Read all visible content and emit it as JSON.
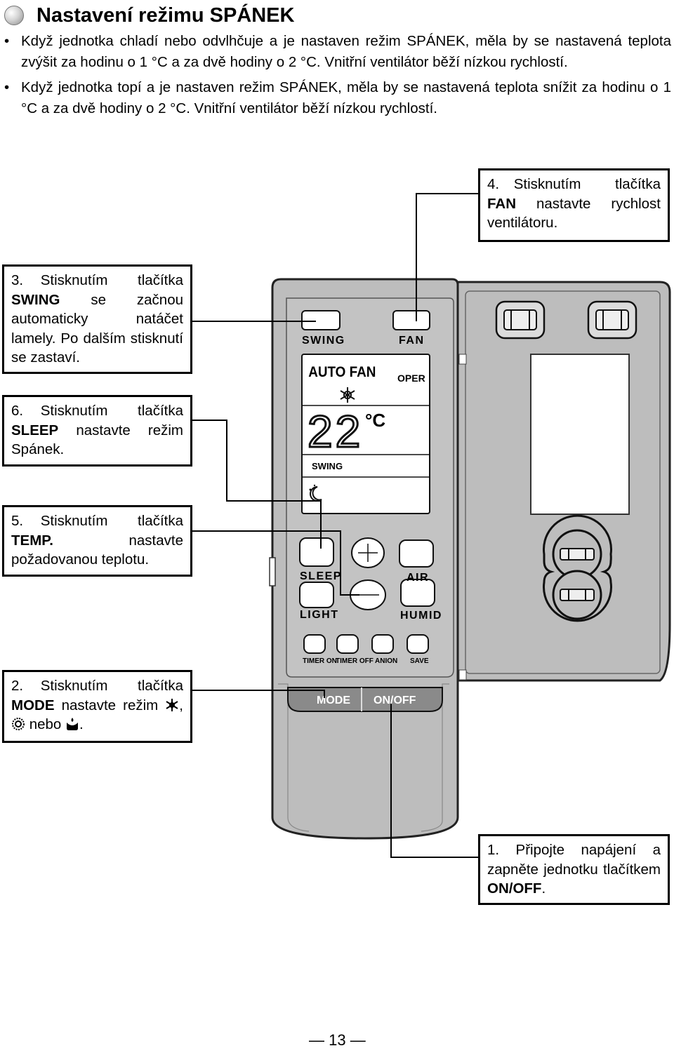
{
  "heading": "Nastavení režimu SPÁNEK",
  "bullets": [
    "Když jednotka chladí nebo odvlhčuje a je nastaven režim SPÁNEK, měla by se nastavená teplota zvýšit za hodinu o 1 °C a za dvě hodiny o 2 °C. Vnitřní ventilátor běží nízkou rychlostí.",
    "Když jednotka topí a je nastaven režim SPÁNEK, měla by se nastavená teplota snížit za hodinu o 1 °C a za dvě hodiny o 2 °C. Vnitřní ventilátor běží nízkou rychlostí."
  ],
  "callouts": {
    "fan": {
      "num": "4.",
      "pre": "Stisknutím tlačítka",
      "key": "FAN",
      "post": "nastavte rychlost ventilátoru."
    },
    "swing": {
      "num": "3.",
      "pre": "Stisknutím tlačítka",
      "key": "SWING",
      "post": "se začnou automaticky natáčet lamely. Po dalším stisknutí se zastaví."
    },
    "sleep": {
      "num": "6.",
      "pre": "Stisknutím tlačítka",
      "key": "SLEEP",
      "post": "nastavte režim Spánek."
    },
    "temp": {
      "num": "5.",
      "pre": "Stisknutím tlačítka",
      "key": "TEMP.",
      "post": "nastavte požadovanou teplotu."
    },
    "mode": {
      "num": "2.",
      "pre": "Stisknutím tlačítka",
      "key": "MODE",
      "post": "nastavte režim",
      "sep1": ",",
      "sep2": "nebo",
      "end": "."
    },
    "onoff": {
      "num": "1.",
      "pre": "Připojte napájení a zapněte jednotku tlačítkem",
      "key": "ON/OFF",
      "end": "."
    }
  },
  "remote": {
    "btn_swing": "SWING",
    "btn_fan": "FAN",
    "lcd_auto_fan": "AUTO FAN",
    "lcd_oper": "OPER",
    "lcd_temp": "22",
    "lcd_unit": "°C",
    "lcd_swing": "SWING",
    "btn_sleep": "SLEEP",
    "btn_air": "AIR",
    "btn_light": "LIGHT",
    "btn_humid": "HUMID",
    "btn_timer_on": "TIMER ON",
    "btn_timer_off": "TIMER OFF",
    "btn_anion": "ANION",
    "btn_save": "SAVE",
    "btn_mode": "MODE",
    "btn_onoff": "ON/OFF"
  },
  "page_number": "— 13 —"
}
